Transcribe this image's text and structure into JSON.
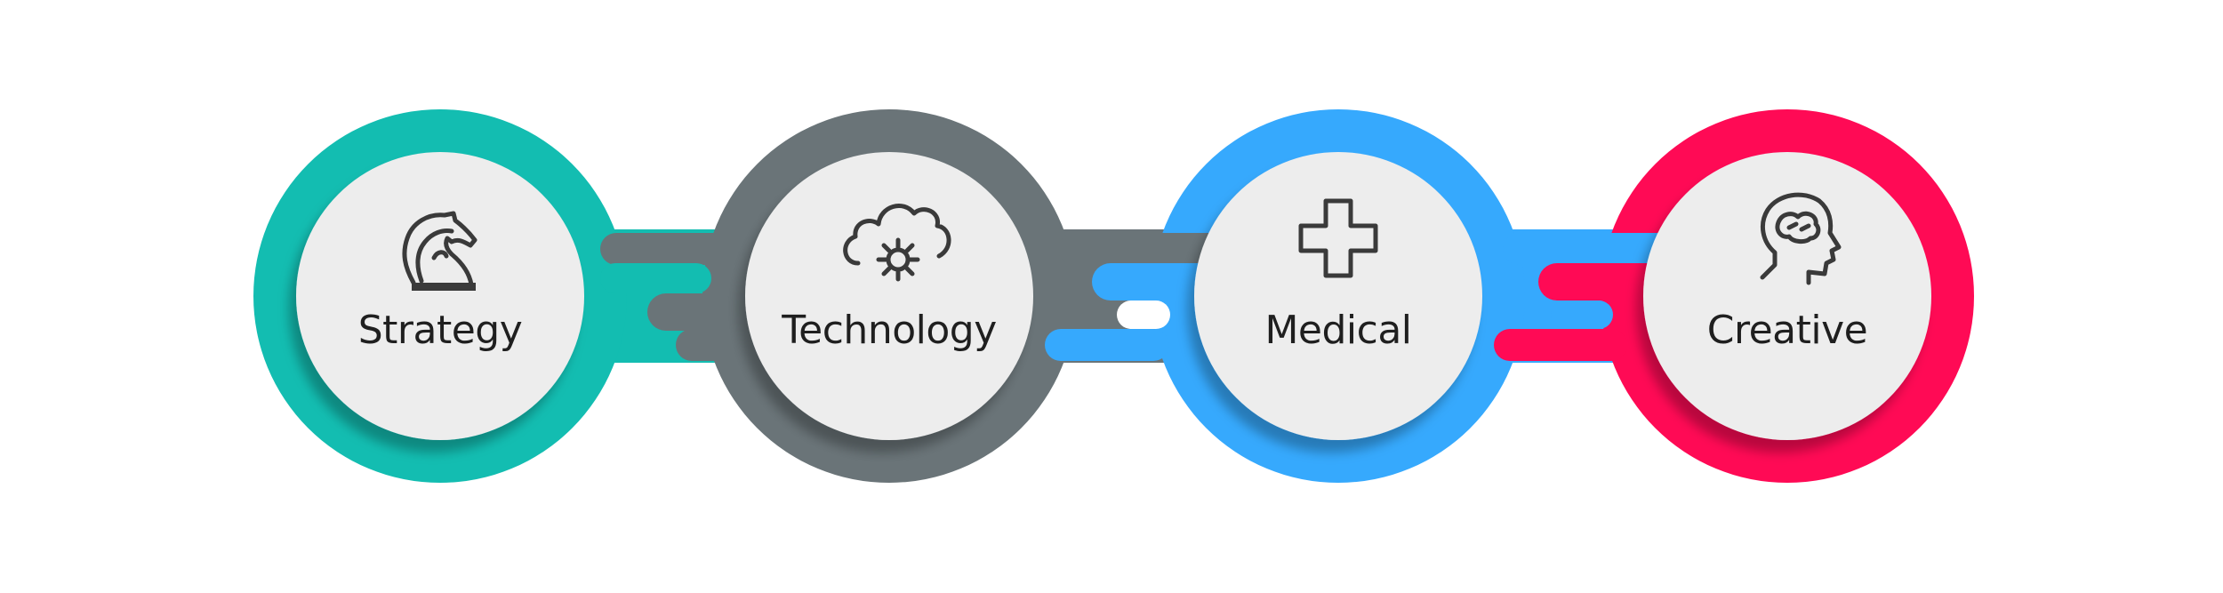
{
  "diagram": {
    "nodes": [
      {
        "id": "strategy",
        "label": "Strategy",
        "icon": "chess-knight-icon",
        "ring_color": "#13bdb1"
      },
      {
        "id": "technology",
        "label": "Technology",
        "icon": "cloud-gear-icon",
        "ring_color": "#6a7478"
      },
      {
        "id": "medical",
        "label": "Medical",
        "icon": "medical-cross-icon",
        "ring_color": "#36a9fd"
      },
      {
        "id": "creative",
        "label": "Creative",
        "icon": "head-brain-icon",
        "ring_color": "#ff0a55"
      }
    ],
    "inner_fill": "#ededed",
    "icon_color": "#3a3a3a"
  }
}
